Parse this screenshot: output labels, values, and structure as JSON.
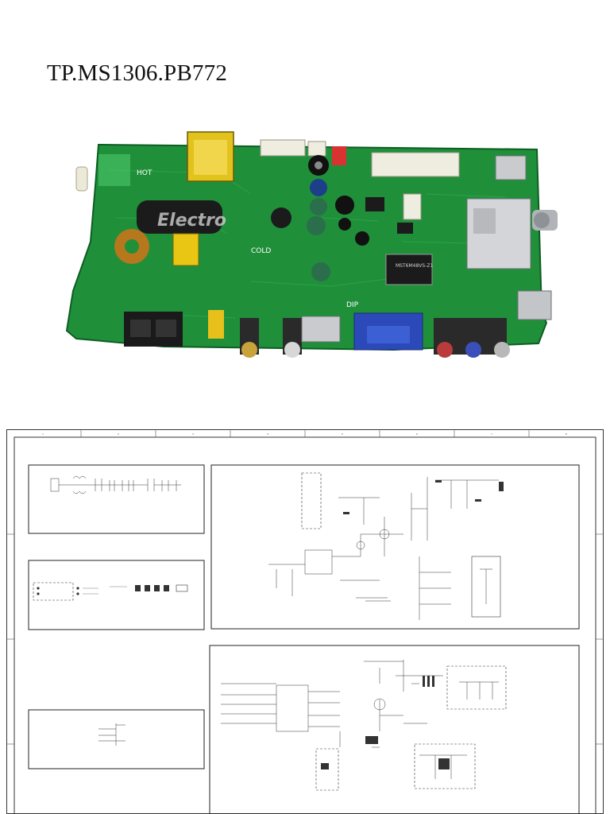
{
  "document": {
    "title": "TP.MS1306.PB772"
  },
  "board_photo": {
    "chip_marking": "MST6M48VS-Z1",
    "watermark": "Electro",
    "silk_labels": [
      "HOT",
      "COLD",
      "DIP"
    ]
  },
  "schematic": {
    "border_grid": [
      "1",
      "2",
      "3",
      "4",
      "5",
      "6",
      "7",
      "8"
    ]
  }
}
